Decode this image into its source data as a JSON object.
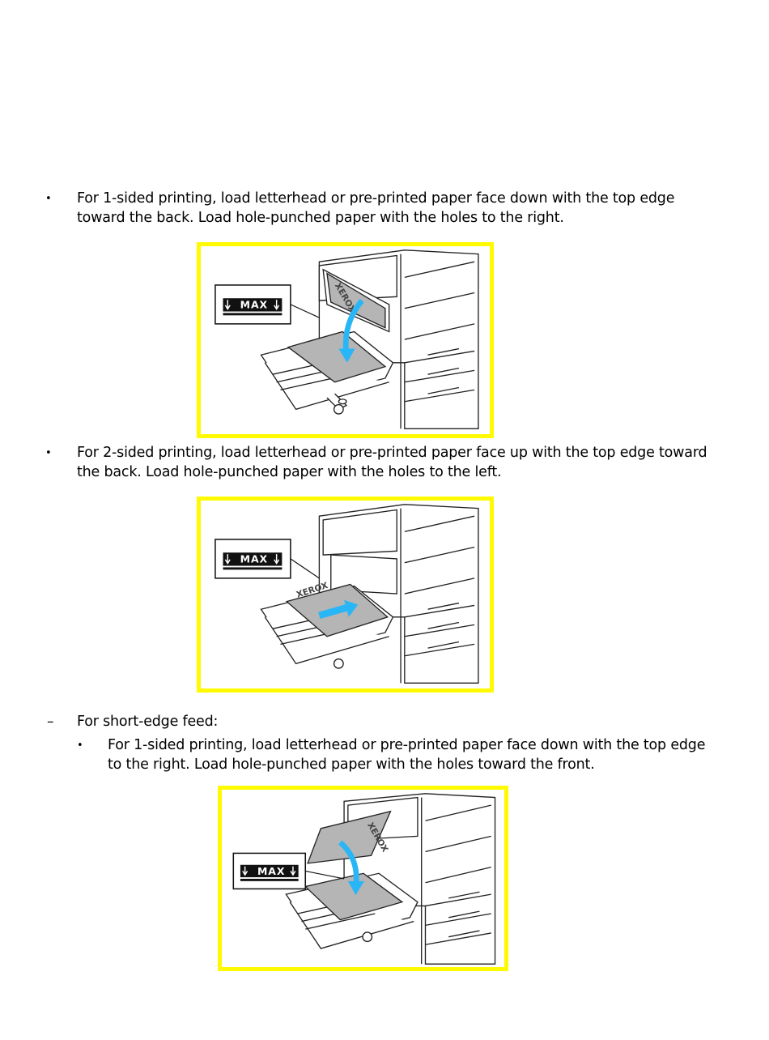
{
  "items": [
    {
      "marker": "•",
      "text": "For 1-sided printing, load letterhead or pre-printed paper face down with the top edge toward the back. Load hole-punched paper with the holes to the right.",
      "figure_label": "MAX",
      "figure_brand": "XEROX"
    },
    {
      "marker": "•",
      "text": "For 2-sided printing, load letterhead or pre-printed paper face up with the top edge toward the back. Load hole-punched paper with the holes to the left.",
      "figure_label": "MAX",
      "figure_brand": "XEROX"
    }
  ],
  "sub_heading": {
    "marker": "–",
    "text": "For short-edge feed:"
  },
  "sub_items": [
    {
      "marker": "•",
      "text": "For 1-sided printing, load letterhead or pre-printed paper face down with the top edge to the right. Load hole-punched paper with the holes toward the front.",
      "figure_label": "MAX",
      "figure_brand": "XEROX"
    }
  ],
  "colors": {
    "figure_border": "#fffa00",
    "arrow": "#29b6f6",
    "paper": "#b5b5b5"
  }
}
